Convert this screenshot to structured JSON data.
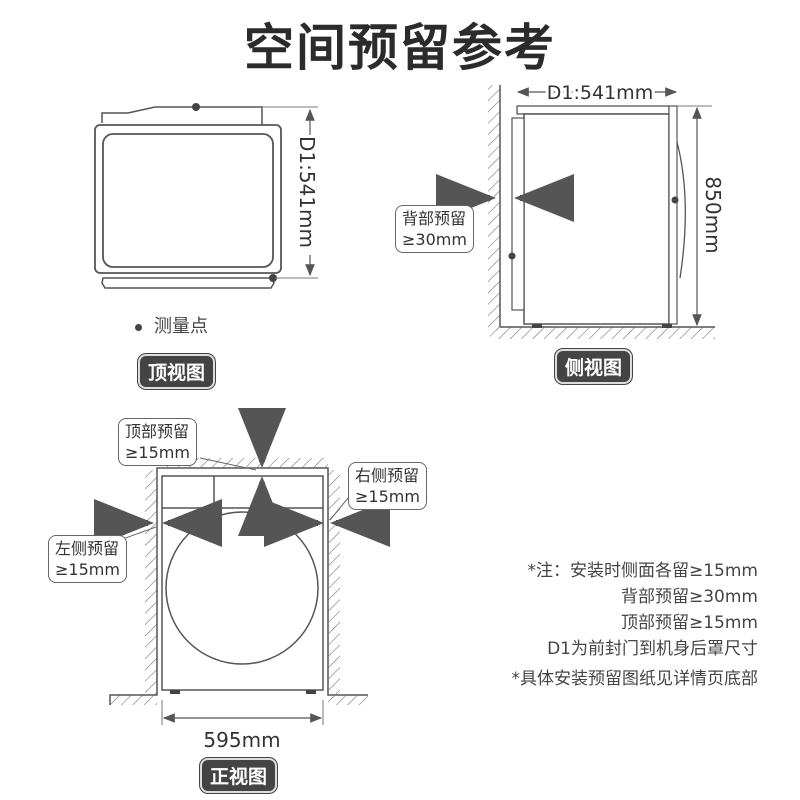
{
  "title": "空间预留参考",
  "top_view": {
    "label": "顶视图",
    "dimension": "D1:541mm",
    "legend": "测量点"
  },
  "side_view": {
    "label": "侧视图",
    "depth_dimension": "D1:541mm",
    "height_dimension": "850mm",
    "back_clearance_title": "背部预留",
    "back_clearance_value": "≥30mm"
  },
  "front_view": {
    "label": "正视图",
    "width_dimension": "595mm",
    "top_clearance_title": "顶部预留",
    "top_clearance_value": "≥15mm",
    "left_clearance_title": "左侧预留",
    "left_clearance_value": "≥15mm",
    "right_clearance_title": "右侧预留",
    "right_clearance_value": "≥15mm"
  },
  "notes": [
    "*注：安装时侧面各留≥15mm",
    "背部预留≥30mm",
    "顶部预留≥15mm",
    "D1为前封门到机身后罩尺寸",
    "*具体安装预留图纸见详情页底部"
  ],
  "colors": {
    "line": "#555555",
    "label_bg": "#444444",
    "text": "#333333"
  }
}
